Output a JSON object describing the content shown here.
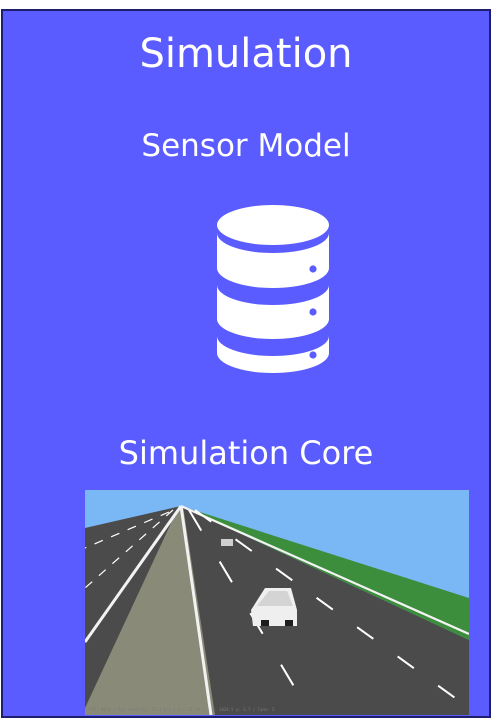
{
  "panel": {
    "title": "Simulation",
    "sensor_model_label": "Sensor Model",
    "simulation_core_label": "Simulation Core",
    "background_color": "#5b5cff"
  },
  "icons": {
    "sensor_model": "database-icon"
  },
  "scene": {
    "caption": "FPS: 60.0  |  Ego velocity: 31.4 m/s  |  t = 12.34 s  |  x: 1024.5  y: 3.7  |  lane: 2"
  }
}
